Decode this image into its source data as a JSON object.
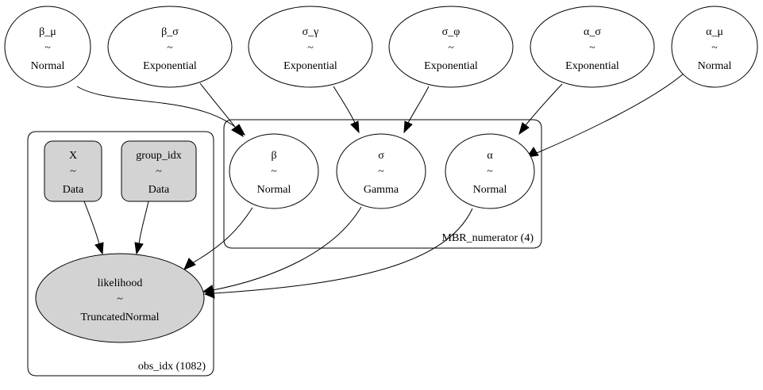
{
  "colors": {
    "observed_fill": "#d3d3d3",
    "latent_fill": "#ffffff",
    "stroke": "#000000"
  },
  "clusters": {
    "mbr": {
      "label": "MBR_numerator (4)"
    },
    "obs": {
      "label": "obs_idx (1082)"
    }
  },
  "nodes": {
    "beta_mu": {
      "name": "β_μ",
      "tilde": "~",
      "dist": "Normal"
    },
    "beta_sigma": {
      "name": "β_σ",
      "tilde": "~",
      "dist": "Exponential"
    },
    "sigma_gamma": {
      "name": "σ_γ",
      "tilde": "~",
      "dist": "Exponential"
    },
    "sigma_phi": {
      "name": "σ_φ",
      "tilde": "~",
      "dist": "Exponential"
    },
    "alpha_sigma": {
      "name": "α_σ",
      "tilde": "~",
      "dist": "Exponential"
    },
    "alpha_mu": {
      "name": "α_μ",
      "tilde": "~",
      "dist": "Normal"
    },
    "beta": {
      "name": "β",
      "tilde": "~",
      "dist": "Normal"
    },
    "sigma": {
      "name": "σ",
      "tilde": "~",
      "dist": "Gamma"
    },
    "alpha": {
      "name": "α",
      "tilde": "~",
      "dist": "Normal"
    },
    "X": {
      "name": "X",
      "tilde": "~",
      "dist": "Data"
    },
    "group_idx": {
      "name": "group_idx",
      "tilde": "~",
      "dist": "Data"
    },
    "likelihood": {
      "name": "likelihood",
      "tilde": "~",
      "dist": "TruncatedNormal"
    }
  }
}
